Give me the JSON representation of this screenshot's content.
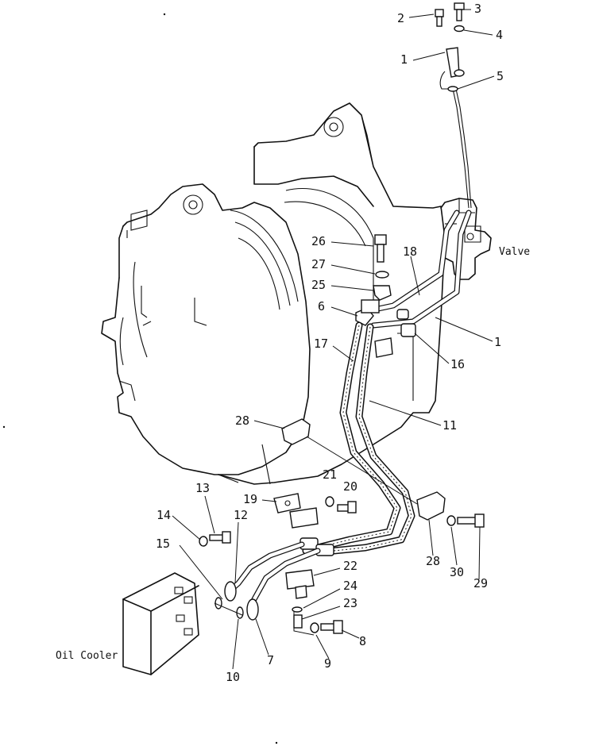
{
  "labels": {
    "valve": "Valve",
    "oil_cooler": "Oil Cooler"
  },
  "callouts": {
    "c1a": "1",
    "c2": "2",
    "c3": "3",
    "c4": "4",
    "c5": "5",
    "c26": "26",
    "c18": "18",
    "c27": "27",
    "c25": "25",
    "c6": "6",
    "c1b": "1",
    "c17": "17",
    "c16": "16",
    "c11": "11",
    "c28a": "28",
    "c13": "13",
    "c21": "21",
    "c20": "20",
    "c19": "19",
    "c12": "12",
    "c14": "14",
    "c15": "15",
    "c22": "22",
    "c24": "24",
    "c23": "23",
    "c28b": "28",
    "c30": "30",
    "c29": "29",
    "c8": "8",
    "c9": "9",
    "c7": "7",
    "c10": "10"
  }
}
